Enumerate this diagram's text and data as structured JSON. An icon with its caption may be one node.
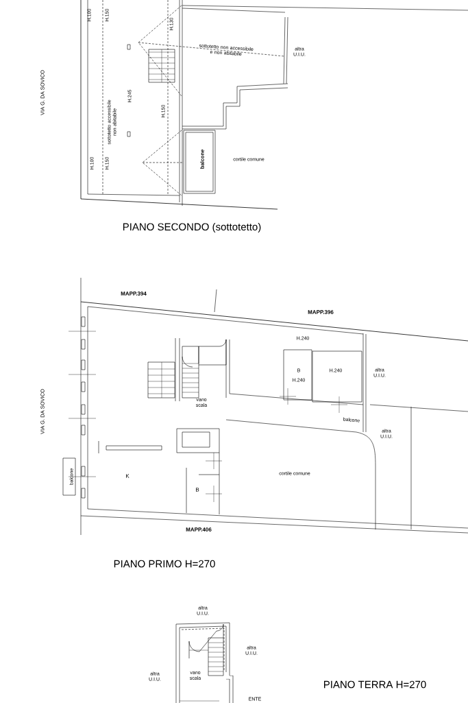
{
  "diagram": {
    "labels": [
      "VIA G. DA SOVICO",
      "H.100",
      "H.150",
      "H.130",
      "sottotetto non accessibile e non abitabile",
      "altra U.I.U.",
      "H.245",
      "H.150",
      "sottotetto accessibile non abitabile",
      "balcone",
      "cortile comune",
      "H.100",
      "H.150",
      "PIANO SECONDO (sottotetto)",
      "MAPP.394",
      "MAPP.396",
      "H.240",
      "B",
      "H.240",
      "H.240",
      "altra U.I.U.",
      "VIA G. DA SOVICO",
      "vano scala",
      "balcone",
      "altra U.I.U.",
      "balcone",
      "K",
      "cortile comune",
      "B",
      "MAPP.406",
      "PIANO PRIMO H=270",
      "altra U.I.U.",
      "altra U.I.U.",
      "altra U.I.U.",
      "vano scala",
      "PIANO TERRA H=270",
      "ENTE"
    ]
  }
}
